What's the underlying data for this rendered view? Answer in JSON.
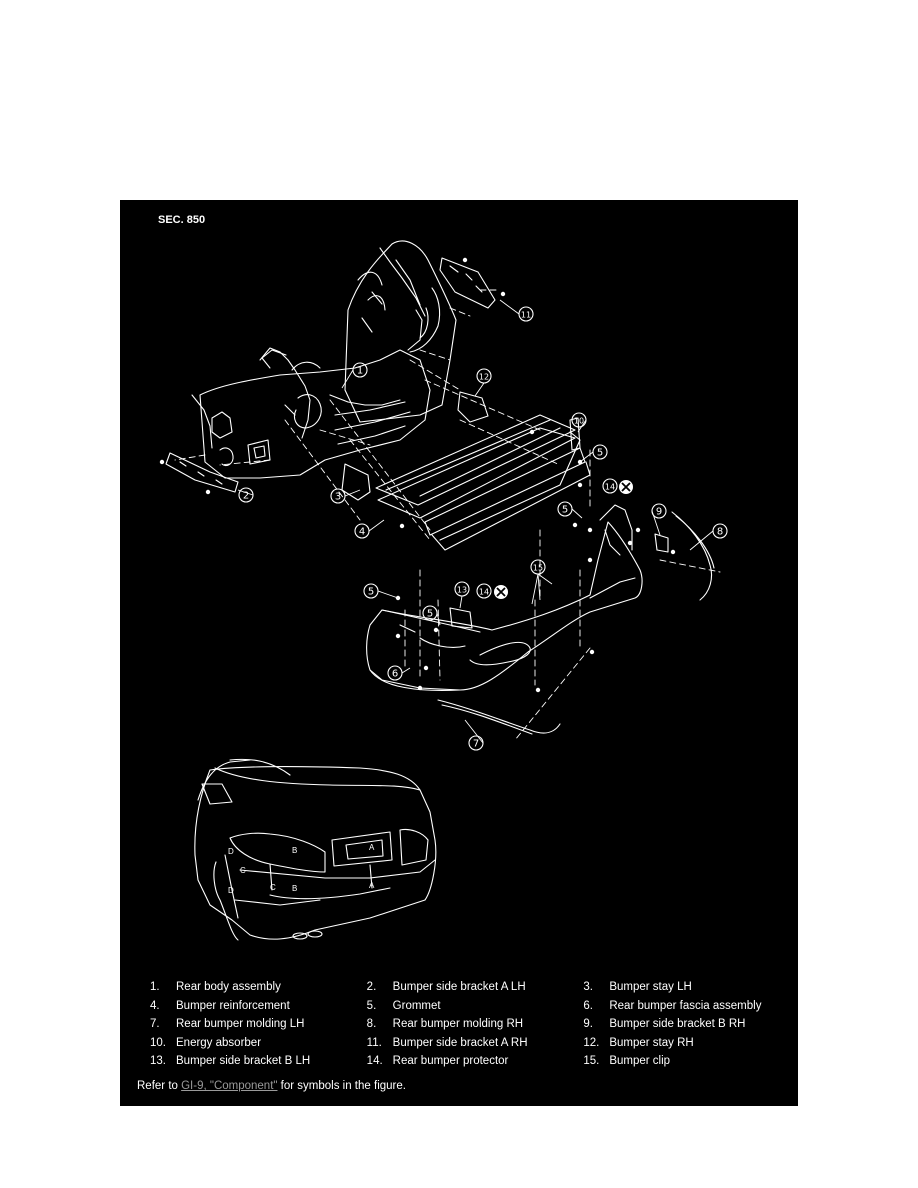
{
  "diagram": {
    "section": "SEC. 850",
    "callouts": [
      "1",
      "2",
      "3",
      "4",
      "5",
      "6",
      "7",
      "8",
      "9",
      "10",
      "11",
      "12",
      "13",
      "14",
      "15"
    ],
    "car_letters": [
      "A",
      "A",
      "B",
      "B",
      "C",
      "C",
      "D",
      "D"
    ]
  },
  "legend": {
    "rows": [
      [
        {
          "num": "1.",
          "label": "Rear body assembly"
        },
        {
          "num": "2.",
          "label": "Bumper side bracket A LH"
        },
        {
          "num": "3.",
          "label": "Bumper stay LH"
        }
      ],
      [
        {
          "num": "4.",
          "label": "Bumper reinforcement"
        },
        {
          "num": "5.",
          "label": "Grommet"
        },
        {
          "num": "6.",
          "label": "Rear bumper fascia assembly"
        }
      ],
      [
        {
          "num": "7.",
          "label": "Rear bumper molding LH"
        },
        {
          "num": "8.",
          "label": "Rear bumper molding RH"
        },
        {
          "num": "9.",
          "label": "Bumper side bracket B RH"
        }
      ],
      [
        {
          "num": "10.",
          "label": "Energy absorber"
        },
        {
          "num": "11.",
          "label": "Bumper side bracket A RH"
        },
        {
          "num": "12.",
          "label": "Bumper stay RH"
        }
      ],
      [
        {
          "num": "13.",
          "label": "Bumper side bracket B LH"
        },
        {
          "num": "14.",
          "label": "Rear bumper protector"
        },
        {
          "num": "15.",
          "label": "Bumper clip"
        }
      ]
    ]
  },
  "refer": {
    "prefix": "Refer to ",
    "link": "GI-9, \"Component\"",
    "suffix": " for symbols in the figure."
  },
  "colors": {
    "panel_bg": "#000000",
    "line": "#ffffff",
    "link": "#9a9a9a"
  }
}
